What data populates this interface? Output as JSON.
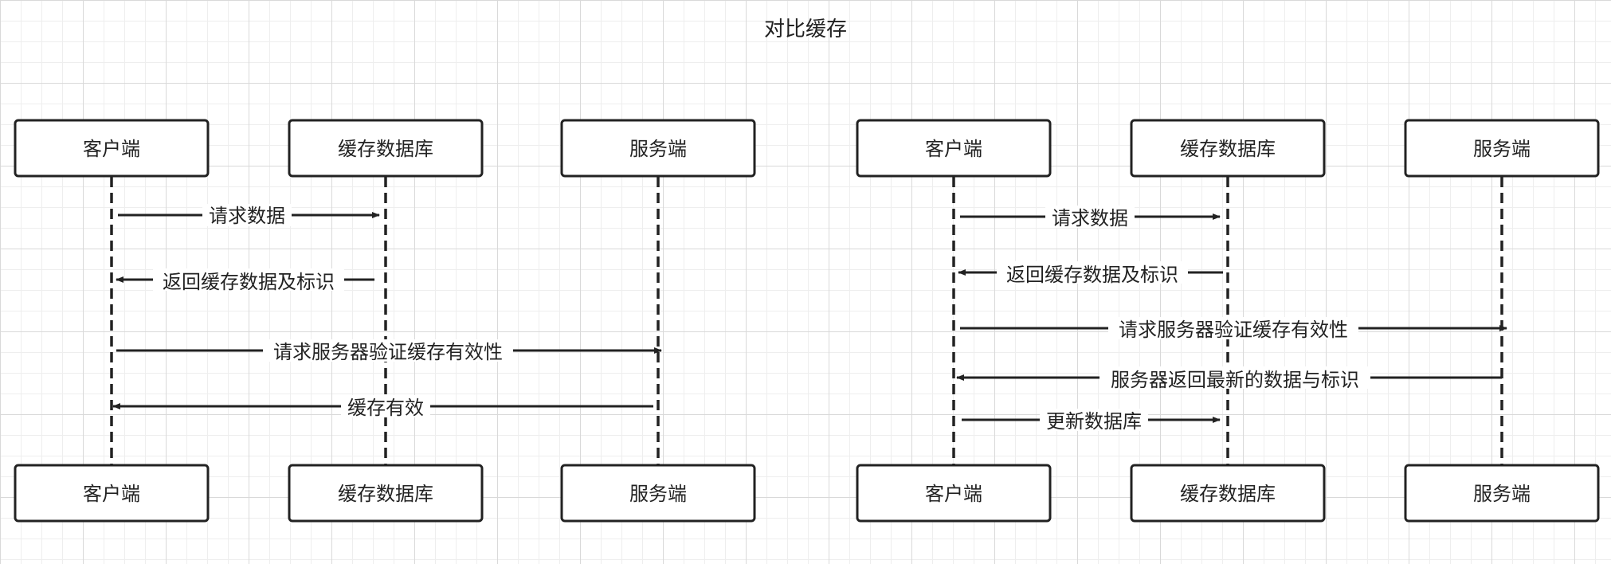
{
  "title": "对比缓存",
  "colors": {
    "line": "#222222",
    "box_fill": "#ffffff",
    "grid": "#d9d9d9"
  },
  "diagrams": [
    {
      "participants": [
        "客户端",
        "缓存数据库",
        "服务端"
      ],
      "messages": [
        {
          "label": "请求数据"
        },
        {
          "label": "返回缓存数据及标识"
        },
        {
          "label": "请求服务器验证缓存有效性"
        },
        {
          "label": "缓存有效"
        }
      ]
    },
    {
      "participants": [
        "客户端",
        "缓存数据库",
        "服务端"
      ],
      "messages": [
        {
          "label": "请求数据"
        },
        {
          "label": "返回缓存数据及标识"
        },
        {
          "label": "请求服务器验证缓存有效性"
        },
        {
          "label": "服务器返回最新的数据与标识"
        },
        {
          "label": "更新数据库"
        }
      ]
    }
  ]
}
